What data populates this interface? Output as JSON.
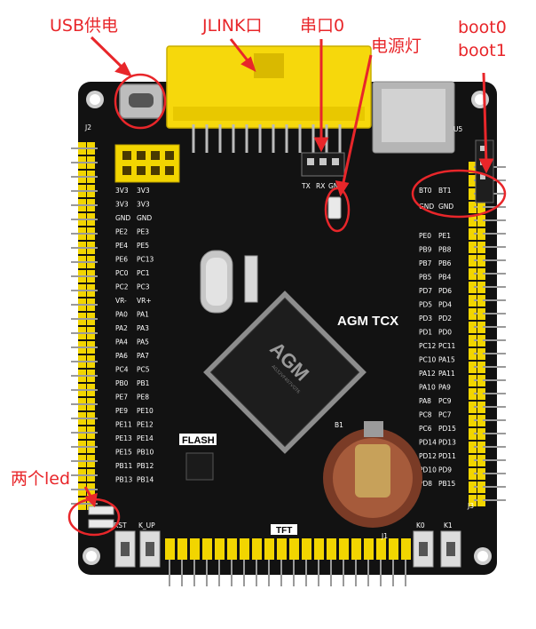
{
  "annotations": {
    "usb_power": "USB供电",
    "jlink_port": "JLINK口",
    "uart0": "串口0",
    "power_led": "电源灯",
    "boot0": "boot0",
    "boot1": "boot1",
    "two_leds": "两个led"
  },
  "board": {
    "name": "AGM TCX",
    "flash_label": "FLASH",
    "tft_label": "TFT",
    "chip_logo": "AGM",
    "chip_text": "AG32VF407VGT6",
    "connector_labels": {
      "j2": "J2",
      "j3": "J3",
      "j1": "J1",
      "u5": "U5",
      "b1": "B1",
      "uart_pins": [
        "TX",
        "RX",
        "GND"
      ],
      "boot_pins": [
        "BT0",
        "BT1",
        "GND",
        "GND"
      ],
      "keys": [
        "RST",
        "K_UP",
        "K0",
        "K1"
      ]
    },
    "left_header": [
      [
        "3V3",
        "3V3"
      ],
      [
        "3V3",
        "3V3"
      ],
      [
        "GND",
        "GND"
      ],
      [
        "PE2",
        "PE3"
      ],
      [
        "PE4",
        "PE5"
      ],
      [
        "PE6",
        "PC13"
      ],
      [
        "PC0",
        "PC1"
      ],
      [
        "PC2",
        "PC3"
      ],
      [
        "VR-",
        "VR+"
      ],
      [
        "PA0",
        "PA1"
      ],
      [
        "PA2",
        "PA3"
      ],
      [
        "PA4",
        "PA5"
      ],
      [
        "PA6",
        "PA7"
      ],
      [
        "PC4",
        "PC5"
      ],
      [
        "PB0",
        "PB1"
      ],
      [
        "PE7",
        "PE8"
      ],
      [
        "PE9",
        "PE10"
      ],
      [
        "PE11",
        "PE12"
      ],
      [
        "PE13",
        "PE14"
      ],
      [
        "PE15",
        "PB10"
      ],
      [
        "PB11",
        "PB12"
      ],
      [
        "PB13",
        "PB14"
      ]
    ],
    "right_header": [
      [
        "PE0",
        "PE1"
      ],
      [
        "PB9",
        "PB8"
      ],
      [
        "PB7",
        "PB6"
      ],
      [
        "PB5",
        "PB4"
      ],
      [
        "PD7",
        "PD6"
      ],
      [
        "PD5",
        "PD4"
      ],
      [
        "PD3",
        "PD2"
      ],
      [
        "PD1",
        "PD0"
      ],
      [
        "PC12",
        "PC11"
      ],
      [
        "PC10",
        "PA15"
      ],
      [
        "PA12",
        "PA11"
      ],
      [
        "PA10",
        "PA9"
      ],
      [
        "PA8",
        "PC9"
      ],
      [
        "PC8",
        "PC7"
      ],
      [
        "PC6",
        "PD15"
      ],
      [
        "PD14",
        "PD13"
      ],
      [
        "PD12",
        "PD11"
      ],
      [
        "PD10",
        "PD9"
      ],
      [
        "PD8",
        "PB15"
      ]
    ]
  },
  "colors": {
    "annotation_red": "#e8262a",
    "pcb_black": "#111111",
    "header_yellow": "#f2d500",
    "jlink_yellow": "#f6d80c",
    "silkscreen_white": "#ffffff"
  }
}
